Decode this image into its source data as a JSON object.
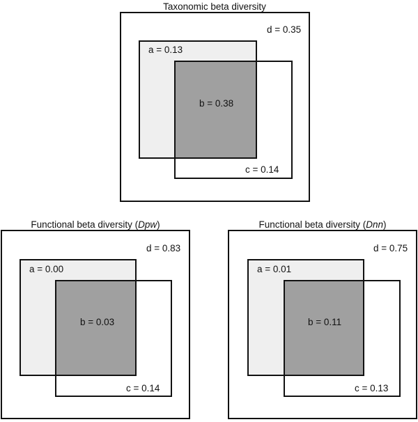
{
  "colors": {
    "a_region": "#efefef",
    "b_region": "#a0a0a0",
    "stroke": "#111111"
  },
  "panels": {
    "taxonomic": {
      "title": "Taxonomic beta diversity",
      "a": "a = 0.13",
      "b": "b = 0.38",
      "c": "c = 0.14",
      "d": "d = 0.35"
    },
    "functional_dpw": {
      "title_prefix": "Functional beta diversity (",
      "title_italic": "Dpw",
      "title_suffix": ")",
      "a": "a = 0.00",
      "b": "b = 0.03",
      "c": "c = 0.14",
      "d": "d = 0.83"
    },
    "functional_dnn": {
      "title_prefix": "Functional beta diversity (",
      "title_italic": "Dnn",
      "title_suffix": ")",
      "a": "a = 0.01",
      "b": "b = 0.11",
      "c": "c = 0.13",
      "d": "d = 0.75"
    }
  }
}
